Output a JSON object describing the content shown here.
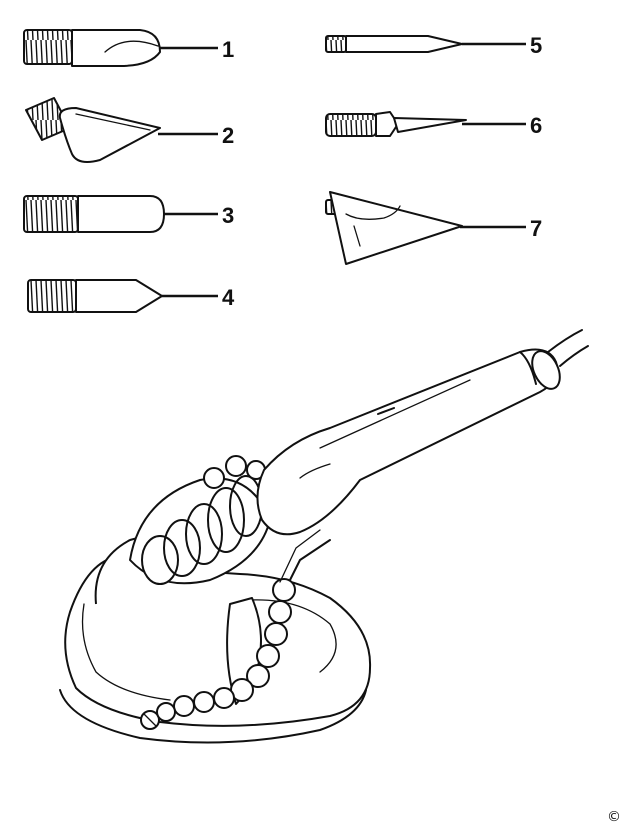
{
  "callouts": {
    "tip_1": "1",
    "tip_2": "2",
    "tip_3": "3",
    "tip_4": "4",
    "tip_5": "5",
    "tip_6": "6",
    "tip_7": "7"
  },
  "copyright_mark": "©",
  "colors": {
    "ink": "#111111",
    "paper": "#ffffff"
  }
}
